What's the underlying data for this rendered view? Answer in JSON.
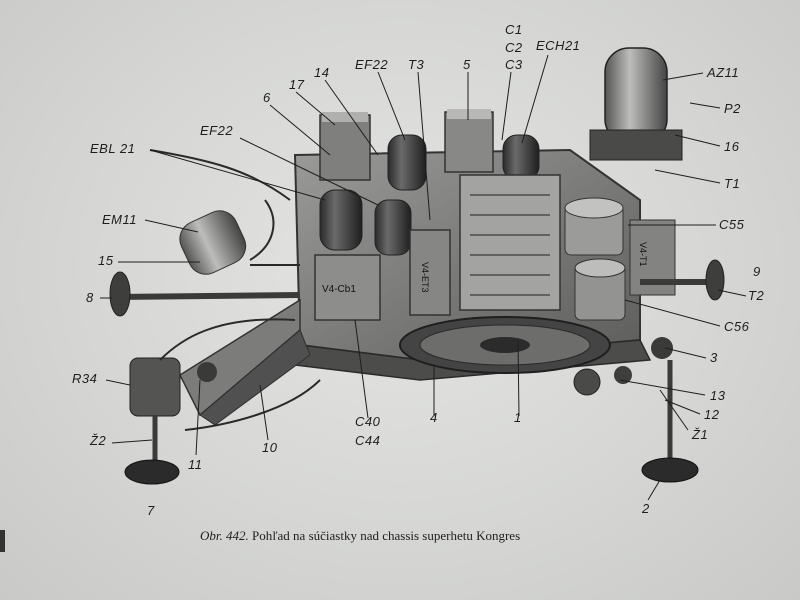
{
  "caption": {
    "figure": "Obr. 442.",
    "text": "Pohľad na súčiastky nad chassis superhetu Kongres"
  },
  "labels": {
    "c1": "C1",
    "c2": "C2",
    "c3": "C3",
    "ech21": "ECH21",
    "az11": "AZ11",
    "p2": "P2",
    "n16": "16",
    "t1": "T1",
    "c55": "C55",
    "n9": "9",
    "t2": "T2",
    "c56": "C56",
    "n3": "3",
    "n13": "13",
    "n12": "12",
    "z1": "Ž1",
    "n2": "2",
    "n1": "1",
    "n4": "4",
    "c40": "C40",
    "c44": "C44",
    "n10": "10",
    "n11": "11",
    "z2": "Ž2",
    "n7": "7",
    "r34": "R34",
    "n8": "8",
    "n15": "15",
    "em11": "EM11",
    "ebl21": "EBL 21",
    "ef22a": "EF22",
    "n6": "6",
    "n17": "17",
    "n14": "14",
    "ef22b": "EF22",
    "t3": "T3",
    "n5": "5"
  },
  "component_markings": {
    "can_left": "V4-Cb1",
    "can_mid": "V4-ET3",
    "can_right": "V4-T1"
  }
}
